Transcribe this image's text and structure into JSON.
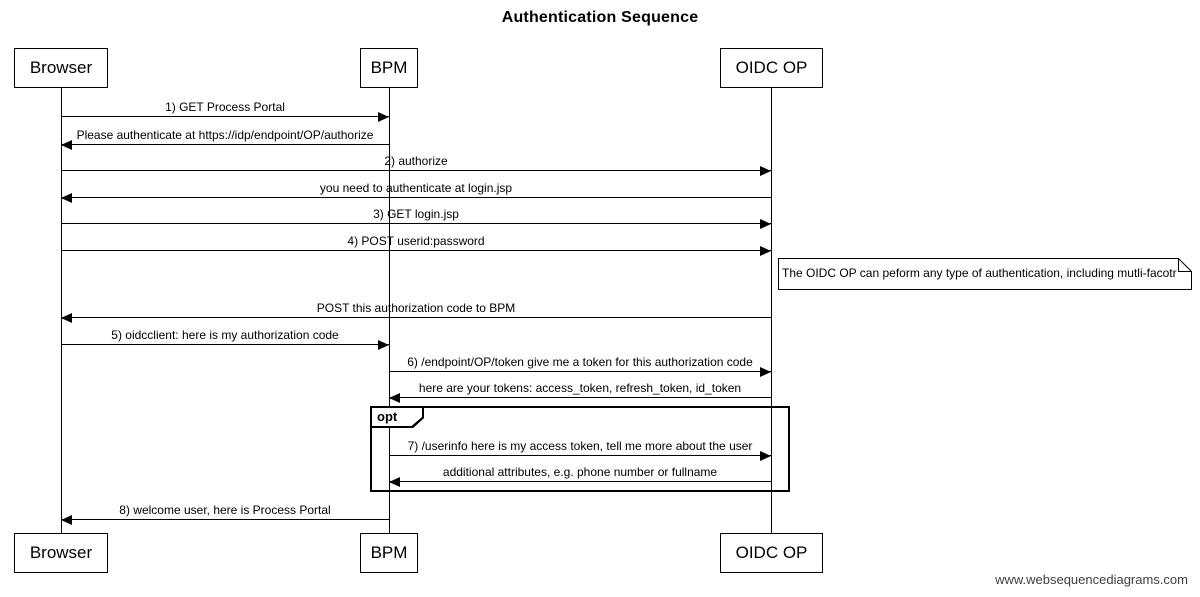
{
  "title": "Authentication Sequence",
  "actors": [
    {
      "name": "Browser"
    },
    {
      "name": "BPM"
    },
    {
      "name": "OIDC OP"
    }
  ],
  "messages": [
    {
      "label": "1) GET Process Portal",
      "from": "Browser",
      "to": "BPM"
    },
    {
      "label": "Please authenticate at https://idp/endpoint/OP/authorize",
      "from": "BPM",
      "to": "Browser"
    },
    {
      "label": "2) authorize",
      "from": "Browser",
      "to": "OIDC OP"
    },
    {
      "label": "you need to authenticate at login.jsp",
      "from": "OIDC OP",
      "to": "Browser"
    },
    {
      "label": "3) GET login.jsp",
      "from": "Browser",
      "to": "OIDC OP"
    },
    {
      "label": "4) POST userid:password",
      "from": "Browser",
      "to": "OIDC OP"
    },
    {
      "label": "POST this authorization code to BPM",
      "from": "OIDC OP",
      "to": "Browser"
    },
    {
      "label": "5) oidcclient: here is my authorization code",
      "from": "Browser",
      "to": "BPM"
    },
    {
      "label": "6) /endpoint/OP/token give me a token for this authorization code",
      "from": "BPM",
      "to": "OIDC OP"
    },
    {
      "label": "here are your tokens: access_token, refresh_token, id_token",
      "from": "OIDC OP",
      "to": "BPM"
    },
    {
      "label": "7) /userinfo here is my access token, tell me more about the user",
      "from": "BPM",
      "to": "OIDC OP",
      "in_fragment": true
    },
    {
      "label": "additional attributes, e.g. phone number or fullname",
      "from": "OIDC OP",
      "to": "BPM",
      "in_fragment": true
    },
    {
      "label": "8) welcome user, here is Process Portal",
      "from": "BPM",
      "to": "Browser"
    }
  ],
  "note": {
    "text": "The OIDC OP can peform any type of authentication, including mutli-facotr",
    "attached_near": "OIDC OP"
  },
  "fragment": {
    "type": "opt",
    "label": "opt",
    "contains_message_indexes": [
      10,
      11
    ]
  },
  "footer": "www.websequencediagrams.com",
  "colors": {
    "line": "#000000",
    "text": "#000000",
    "background": "#ffffff",
    "footer_text": "#3f3f3f"
  }
}
